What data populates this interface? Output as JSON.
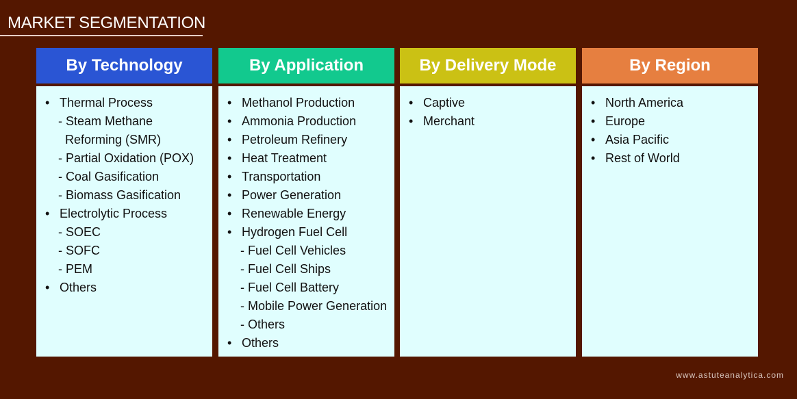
{
  "title": "MARKET SEGMENTATION",
  "footer": "www.astuteanalytica.com",
  "columns": [
    {
      "header": "By Technology",
      "color": "#2a55d4",
      "items": [
        {
          "t": "Thermal Process",
          "k": "b"
        },
        {
          "t": "- Steam Methane",
          "k": "s"
        },
        {
          "t": "Reforming (SMR)",
          "k": "c"
        },
        {
          "t": "- Partial Oxidation (POX)",
          "k": "s"
        },
        {
          "t": "- Coal Gasification",
          "k": "s"
        },
        {
          "t": "- Biomass Gasification",
          "k": "s"
        },
        {
          "t": "Electrolytic Process",
          "k": "b"
        },
        {
          "t": "- SOEC",
          "k": "s"
        },
        {
          "t": "- SOFC",
          "k": "s"
        },
        {
          "t": "- PEM",
          "k": "s"
        },
        {
          "t": "Others",
          "k": "b"
        }
      ]
    },
    {
      "header": "By Application",
      "color": "#12c98e",
      "items": [
        {
          "t": "Methanol Production",
          "k": "b"
        },
        {
          "t": "Ammonia Production",
          "k": "b"
        },
        {
          "t": "Petroleum Refinery",
          "k": "b"
        },
        {
          "t": "Heat Treatment",
          "k": "b"
        },
        {
          "t": "Transportation",
          "k": "b"
        },
        {
          "t": "Power Generation",
          "k": "b"
        },
        {
          "t": "Renewable Energy",
          "k": "b"
        },
        {
          "t": "Hydrogen Fuel Cell",
          "k": "b"
        },
        {
          "t": "- Fuel Cell Vehicles",
          "k": "s"
        },
        {
          "t": "- Fuel Cell Ships",
          "k": "s"
        },
        {
          "t": "- Fuel Cell Battery",
          "k": "s"
        },
        {
          "t": "- Mobile Power Generation",
          "k": "s"
        },
        {
          "t": "- Others",
          "k": "s"
        },
        {
          "t": "Others",
          "k": "b"
        }
      ]
    },
    {
      "header": "By Delivery Mode",
      "color": "#cbc114",
      "items": [
        {
          "t": "Captive",
          "k": "b"
        },
        {
          "t": "Merchant",
          "k": "b"
        }
      ]
    },
    {
      "header": "By Region",
      "color": "#e67f40",
      "items": [
        {
          "t": "North America",
          "k": "b"
        },
        {
          "t": "Europe",
          "k": "b"
        },
        {
          "t": "Asia Pacific",
          "k": "b"
        },
        {
          "t": "Rest of World",
          "k": "b"
        }
      ]
    }
  ]
}
